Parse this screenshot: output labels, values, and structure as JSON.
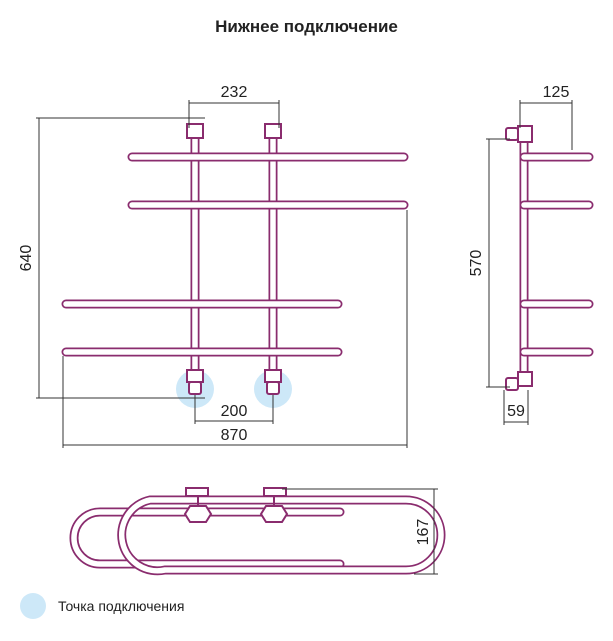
{
  "title": "Нижнее подключение",
  "dimensions": {
    "front_width_top": "232",
    "front_height": "640",
    "front_bottom_spacing": "200",
    "front_total_width": "870",
    "side_depth": "125",
    "side_height": "570",
    "side_offset": "59",
    "top_view_depth": "167"
  },
  "legend": {
    "label": "Точка подключения",
    "color": "#cde8f8"
  },
  "colors": {
    "pipe": "#8a2c6e",
    "connection_point": "#cde8f8"
  }
}
